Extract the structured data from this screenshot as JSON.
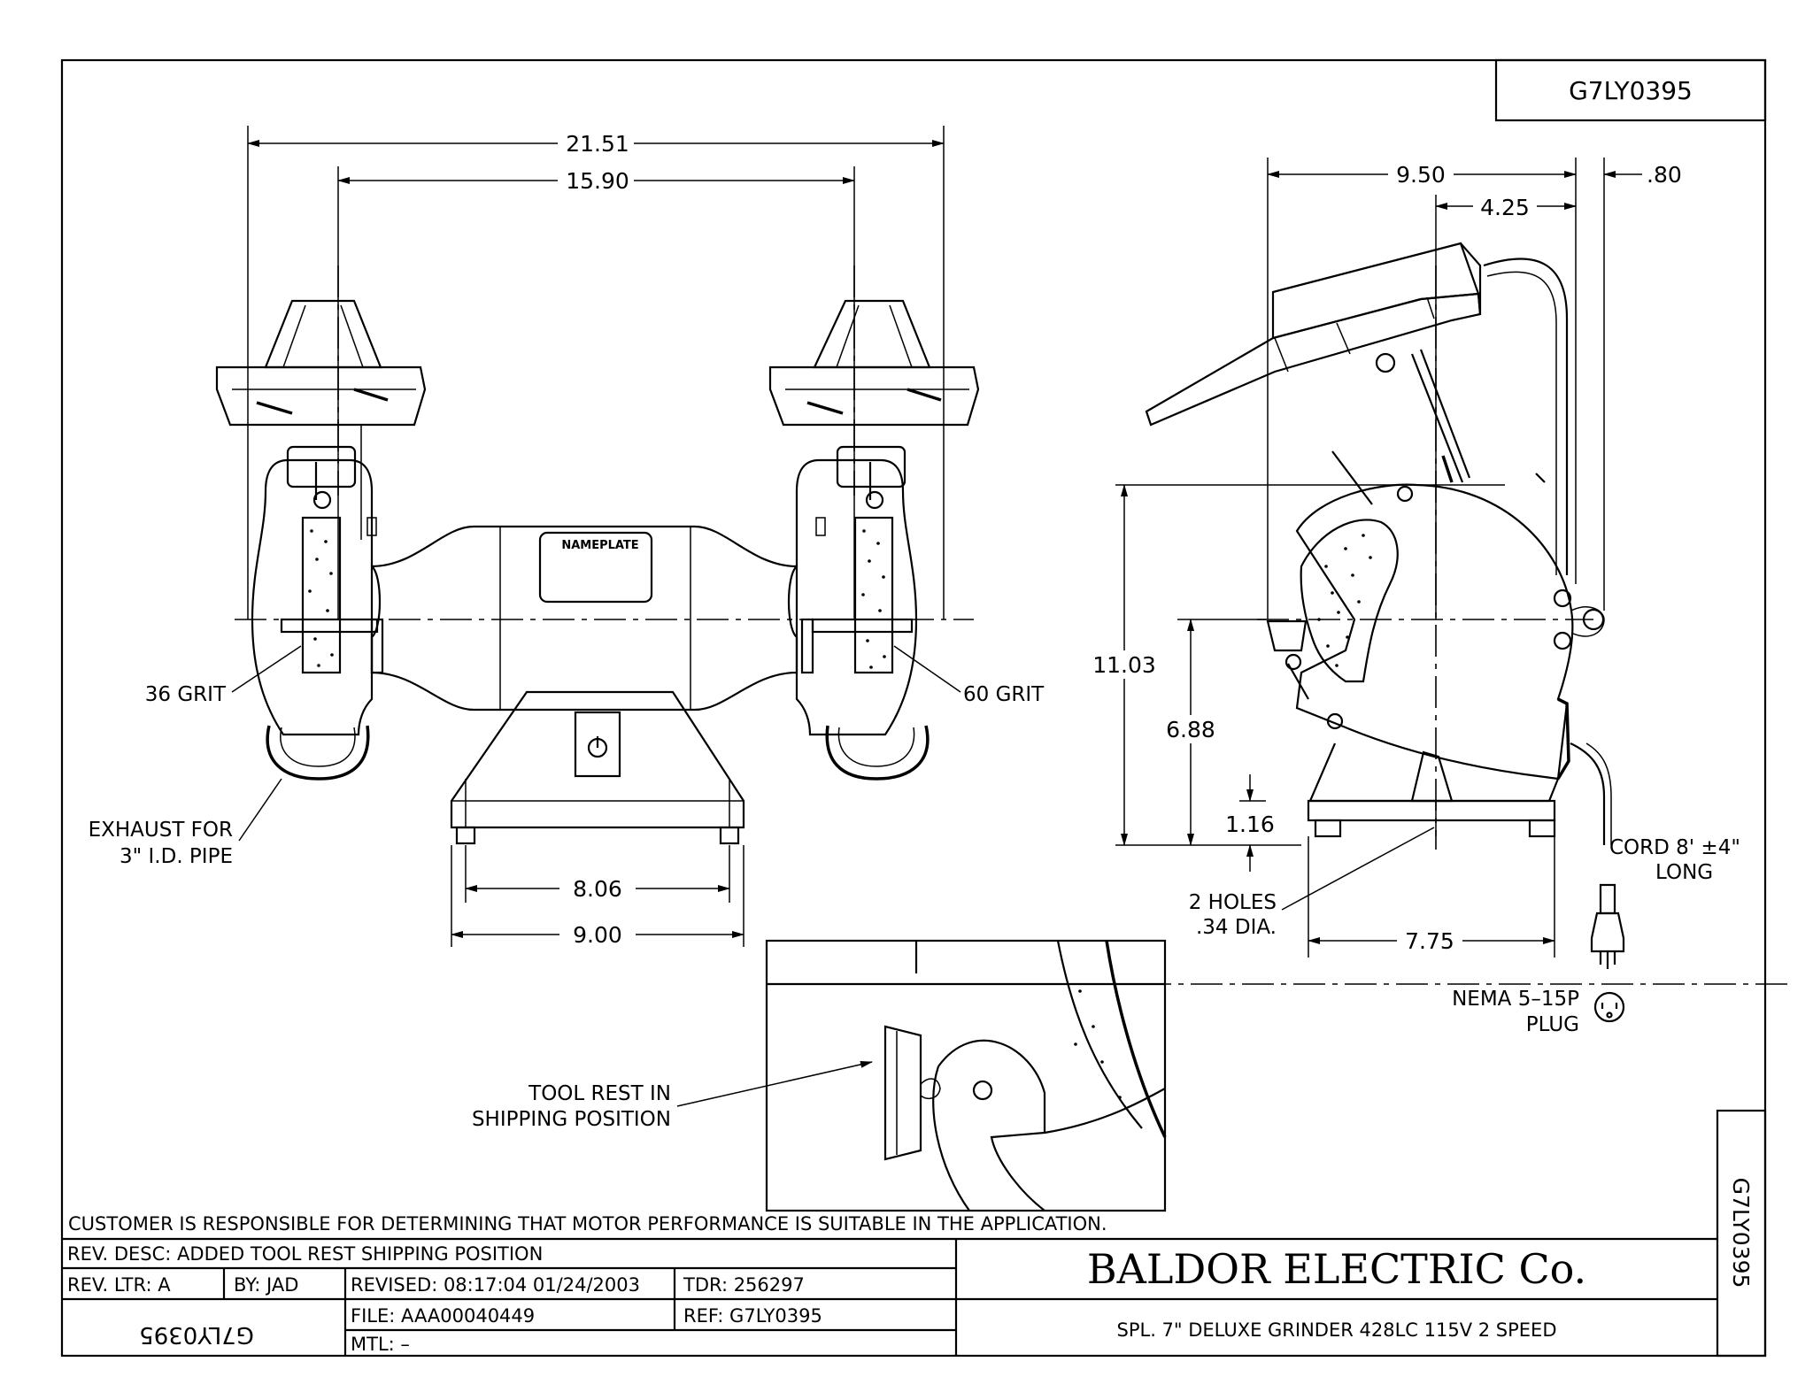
{
  "drawing_number": "G7LY0395",
  "dimensions": {
    "overall_width": "21.51",
    "wheel_centers": "15.90",
    "base_inner": "8.06",
    "base_outer": "9.00",
    "side_depth": "9.50",
    "side_offset": "4.25",
    "side_gap": ".80",
    "total_height": "11.03",
    "spindle_height": "6.88",
    "foot_height": "1.16",
    "side_base": "7.75"
  },
  "labels": {
    "left_wheel": "36  GRIT",
    "right_wheel": "60  GRIT",
    "exhaust_line1": "EXHAUST  FOR",
    "exhaust_line2": "3\"  I.D.  PIPE",
    "nameplate": "NAMEPLATE",
    "holes_line1": "2  HOLES",
    "holes_line2": ".34  DIA.",
    "cord_line1": "CORD  8'  ±4\"",
    "cord_line2": "LONG",
    "plug_line1": "NEMA  5–15P",
    "plug_line2": "PLUG",
    "tool_rest_line1": "TOOL  REST  IN",
    "tool_rest_line2": "SHIPPING  POSITION"
  },
  "notice": "CUSTOMER  IS  RESPONSIBLE  FOR  DETERMINING  THAT  MOTOR  PERFORMANCE  IS  SUITABLE  IN  THE  APPLICATION.",
  "title_block": {
    "rev_desc": "REV.  DESC:   ADDED  TOOL  REST  SHIPPING  POSITION",
    "rev_ltr": "REV.  LTR:   A",
    "by": "BY:   JAD",
    "revised": "REVISED:  08:17:04  01/24/2003",
    "tdr": "TDR:  256297",
    "file": "FILE:  AAA00040449",
    "ref": "REF:  G7LY0395",
    "mtl": "MTL:  –",
    "company": "BALDOR  ELECTRIC  Co.",
    "description": "SPL.  7\"  DELUXE  GRINDER      428LC      115V      2  SPEED",
    "mirrored_number": "G7LY0395",
    "side_number": "G7LY0395"
  }
}
